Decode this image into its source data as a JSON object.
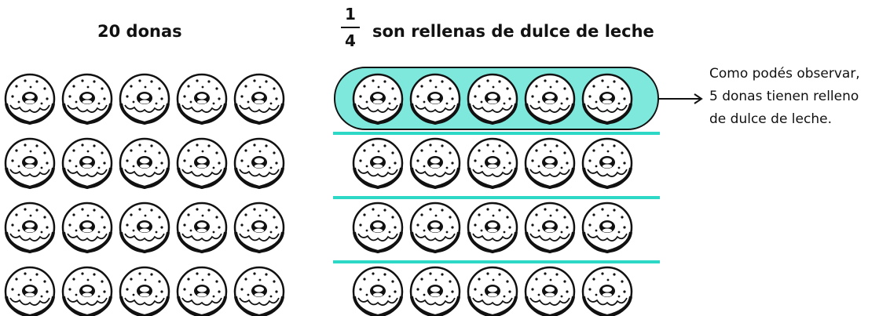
{
  "left": {
    "title": "20 donas",
    "rows": 4,
    "per_row": 5
  },
  "right": {
    "fraction": {
      "numerator": "1",
      "denominator": "4"
    },
    "caption": "son rellenas de dulce de leche",
    "groups": 4,
    "per_group": 5,
    "highlighted_group": 1
  },
  "note": {
    "lines": [
      "Como podés observar,",
      "5 donas tienen relleno",
      "de dulce de leche."
    ]
  },
  "colors": {
    "highlight_fill": "#7ee8dc",
    "divider": "#2ed8c6",
    "stroke": "#111111",
    "donut_fill": "#ffffff"
  }
}
